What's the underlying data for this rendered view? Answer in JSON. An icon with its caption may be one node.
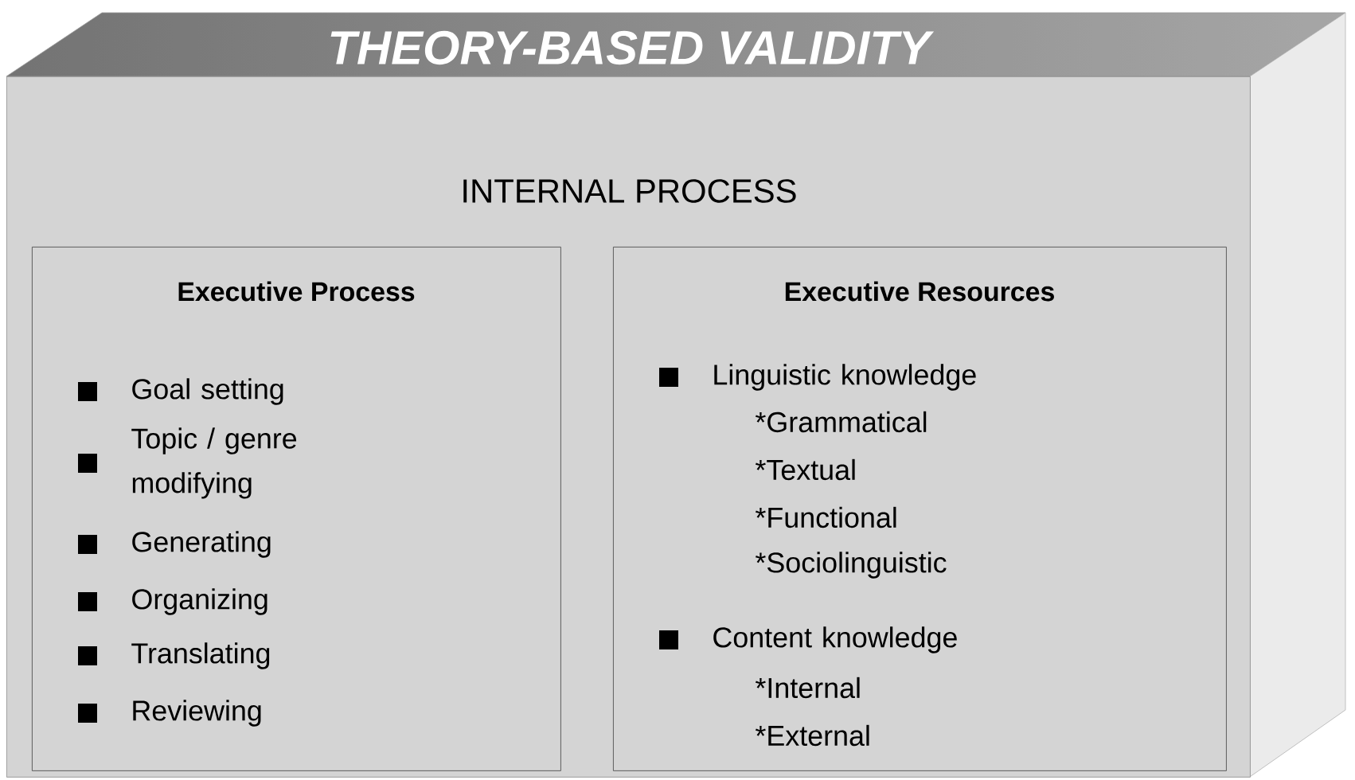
{
  "diagram": {
    "title": "THEORY-BASED VALIDITY",
    "nodes": [
      {
        "text": [
          "INTERNAL PROCESS"
        ]
      },
      {
        "text": [
          "Executive Process",
          "Goal setting",
          "Topic / genre modifying",
          "Generating",
          "Organizing",
          "Translating",
          "Reviewing"
        ],
        "in": 0
      },
      {
        "text": [
          "Executive Resources",
          "Linguistic knowledge",
          "*Grammatical",
          "*Textual",
          "*Functional",
          "*Sociolinguistic",
          "Content knowledge",
          "*Internal",
          "*External"
        ],
        "in": 0
      }
    ]
  }
}
